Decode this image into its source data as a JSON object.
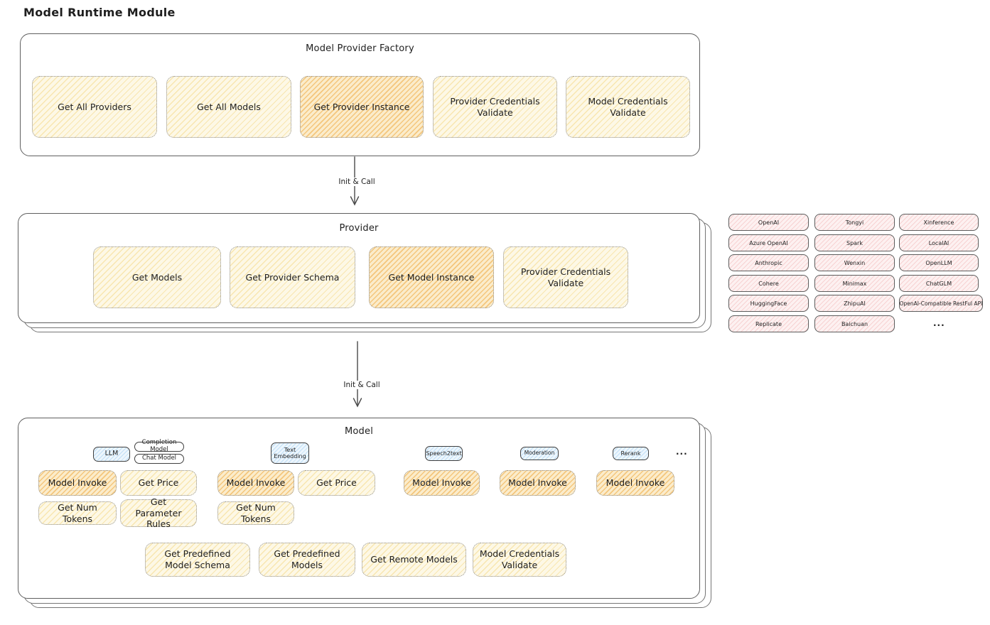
{
  "page": {
    "title": "Model Runtime Module"
  },
  "colors": {
    "node_yellow": "#fdf8e6",
    "node_orange": "#fbeccb",
    "pill_blue": "#edf6fd",
    "provider_pink": "#fdf1f1",
    "stroke": "#5f5f5f"
  },
  "factory": {
    "title": "Model Provider Factory",
    "buttons": [
      {
        "label": "Get All Providers",
        "highlighted": false
      },
      {
        "label": "Get All Models",
        "highlighted": false
      },
      {
        "label": "Get Provider Instance",
        "highlighted": true
      },
      {
        "label": "Provider Credentials Validate",
        "highlighted": false
      },
      {
        "label": "Model Credentials Validate",
        "highlighted": false
      }
    ]
  },
  "arrows": {
    "factory_to_provider": "Init & Call",
    "provider_to_model": "Init & Call"
  },
  "provider": {
    "title": "Provider",
    "buttons": [
      {
        "label": "Get Models",
        "highlighted": false
      },
      {
        "label": "Get Provider Schema",
        "highlighted": false
      },
      {
        "label": "Get Model Instance",
        "highlighted": true
      },
      {
        "label": "Provider Credentials Validate",
        "highlighted": false
      }
    ]
  },
  "model": {
    "title": "Model",
    "types": [
      {
        "label": "LLM"
      },
      {
        "label": "Completion Model"
      },
      {
        "label": "Chat Model"
      },
      {
        "label": "Text Embedding"
      },
      {
        "label": "Speech2text"
      },
      {
        "label": "Moderation"
      },
      {
        "label": "Rerank"
      }
    ],
    "more": "...",
    "actions": {
      "llm": [
        "Model Invoke",
        "Get Price",
        "Get Num Tokens",
        "Get Parameter Rules"
      ],
      "text_embedding": [
        "Model Invoke",
        "Get Price",
        "Get Num Tokens"
      ],
      "speech2text": [
        "Model Invoke"
      ],
      "moderation": [
        "Model Invoke"
      ],
      "rerank": [
        "Model Invoke"
      ],
      "common": [
        "Get Predefined Model Schema",
        "Get Predefined Models",
        "Get Remote Models",
        "Model Credentials Validate"
      ]
    }
  },
  "providers_grid": {
    "items": [
      "OpenAI",
      "Tongyi",
      "Xinference",
      "Azure OpenAI",
      "Spark",
      "LocalAI",
      "Anthropic",
      "Wenxin",
      "OpenLLM",
      "Cohere",
      "Minimax",
      "ChatGLM",
      "HuggingFace",
      "ZhipuAI",
      "OpenAI-Compatible RestFul API",
      "Replicate",
      "Baichuan",
      "..."
    ]
  }
}
